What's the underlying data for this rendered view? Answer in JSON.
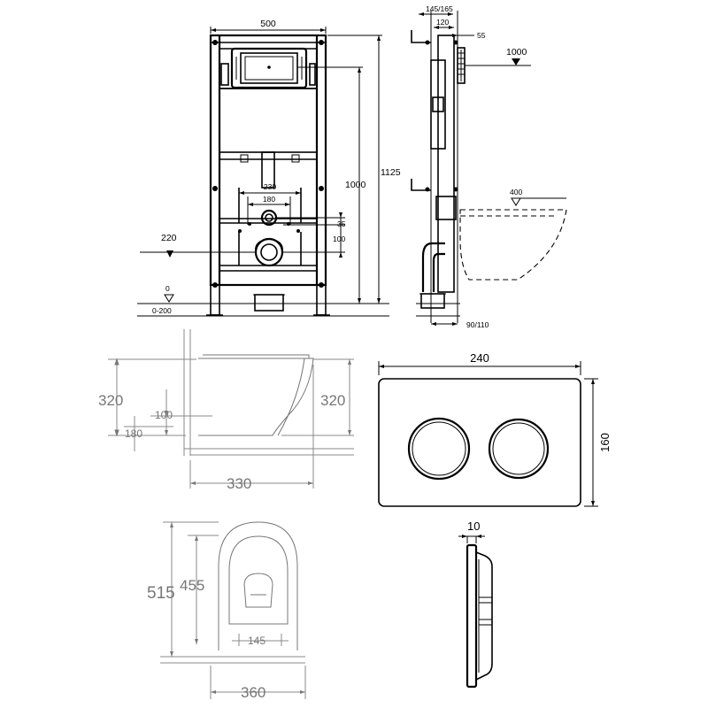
{
  "front_view": {
    "width": "500",
    "height_total": "1125",
    "height_frame": "1000",
    "flush_pitch": "230",
    "pipe_pitch": "180",
    "dim_35": "35",
    "dim_100": "100",
    "level_220": "220",
    "level_0": "0",
    "level_range": "0-200"
  },
  "side_view": {
    "depth_range": "145/165",
    "dim_120": "120",
    "dim_55": "55",
    "level_1000": "1000",
    "level_400": "400",
    "depth_bottom": "90/110"
  },
  "bowl_side": {
    "height_left": "320",
    "height_right": "320",
    "dim_100": "100",
    "dim_180": "180",
    "length": "330"
  },
  "bowl_top": {
    "length": "515",
    "inner_length": "455",
    "bolt_spacing": "145",
    "width": "360"
  },
  "flush_plate": {
    "width": "240",
    "height": "160",
    "thickness": "10"
  }
}
